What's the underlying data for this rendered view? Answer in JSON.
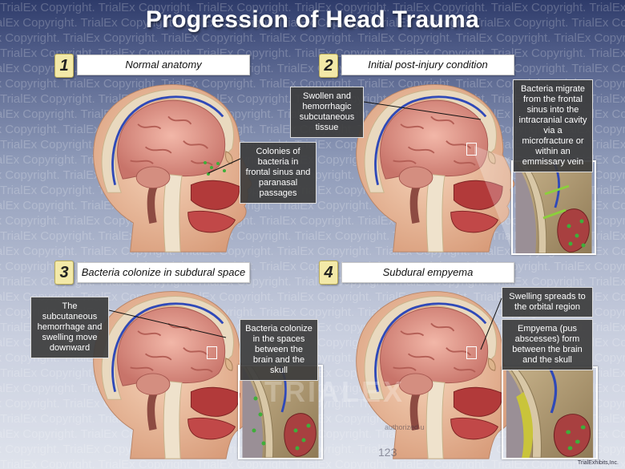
{
  "title": "Progression of Head Trauma",
  "watermark": "TrialEx Copyright.",
  "panels": [
    {
      "number": "1",
      "label": "Normal anatomy"
    },
    {
      "number": "2",
      "label": "Initial post-injury condition"
    },
    {
      "number": "3",
      "label": "Bacteria colonize in subdural space"
    },
    {
      "number": "4",
      "label": "Subdural empyema"
    }
  ],
  "callouts": {
    "colonies": "Colonies of bacteria in frontal sinus and paranasal passages",
    "swollen": "Swollen and hemorrhagic subcutaneous tissue",
    "migrate": "Bacteria migrate from the frontal sinus into the intracranial cavity via a microfracture or within an emmissary vein",
    "hemorrhage_move": "The subcutaneous hemorrhage and swelling move downward",
    "colonize_space": "Bacteria colonize in the spaces between the brain and the skull",
    "swelling_orbital": "Swelling spreads to the orbital region",
    "empyema": "Empyema (pus abscesses) form between the brain and the skull"
  },
  "footer": {
    "center_watermark": "TRIALEX",
    "unauthorized": "authorized u",
    "number_fragment": "123",
    "logo": "TrialExhibits,Inc."
  },
  "colors": {
    "skin": "#f0c6a6",
    "brain": "#e8a69a",
    "vessel": "#2f49b8",
    "bacteria": "#3fae3a",
    "numbox": "#f3e9a8"
  }
}
